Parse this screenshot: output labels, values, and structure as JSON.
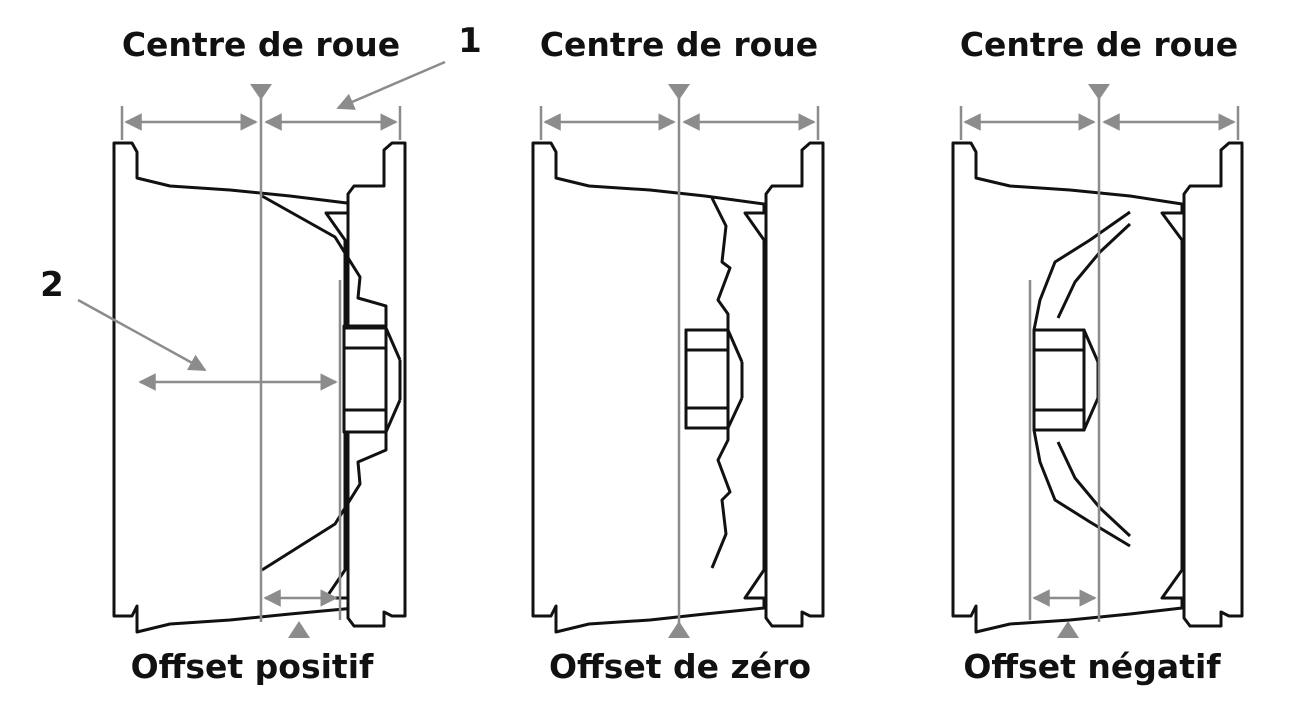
{
  "labels": {
    "wheel_center": "Centre de roue",
    "positive": "Offset positif",
    "zero": "Offset de zéro",
    "negative": "Offset négatif",
    "callout_1": "1",
    "callout_2": "2"
  },
  "colors": {
    "outline": "#111111",
    "guide": "#8c8c8c",
    "background": "#ffffff"
  }
}
